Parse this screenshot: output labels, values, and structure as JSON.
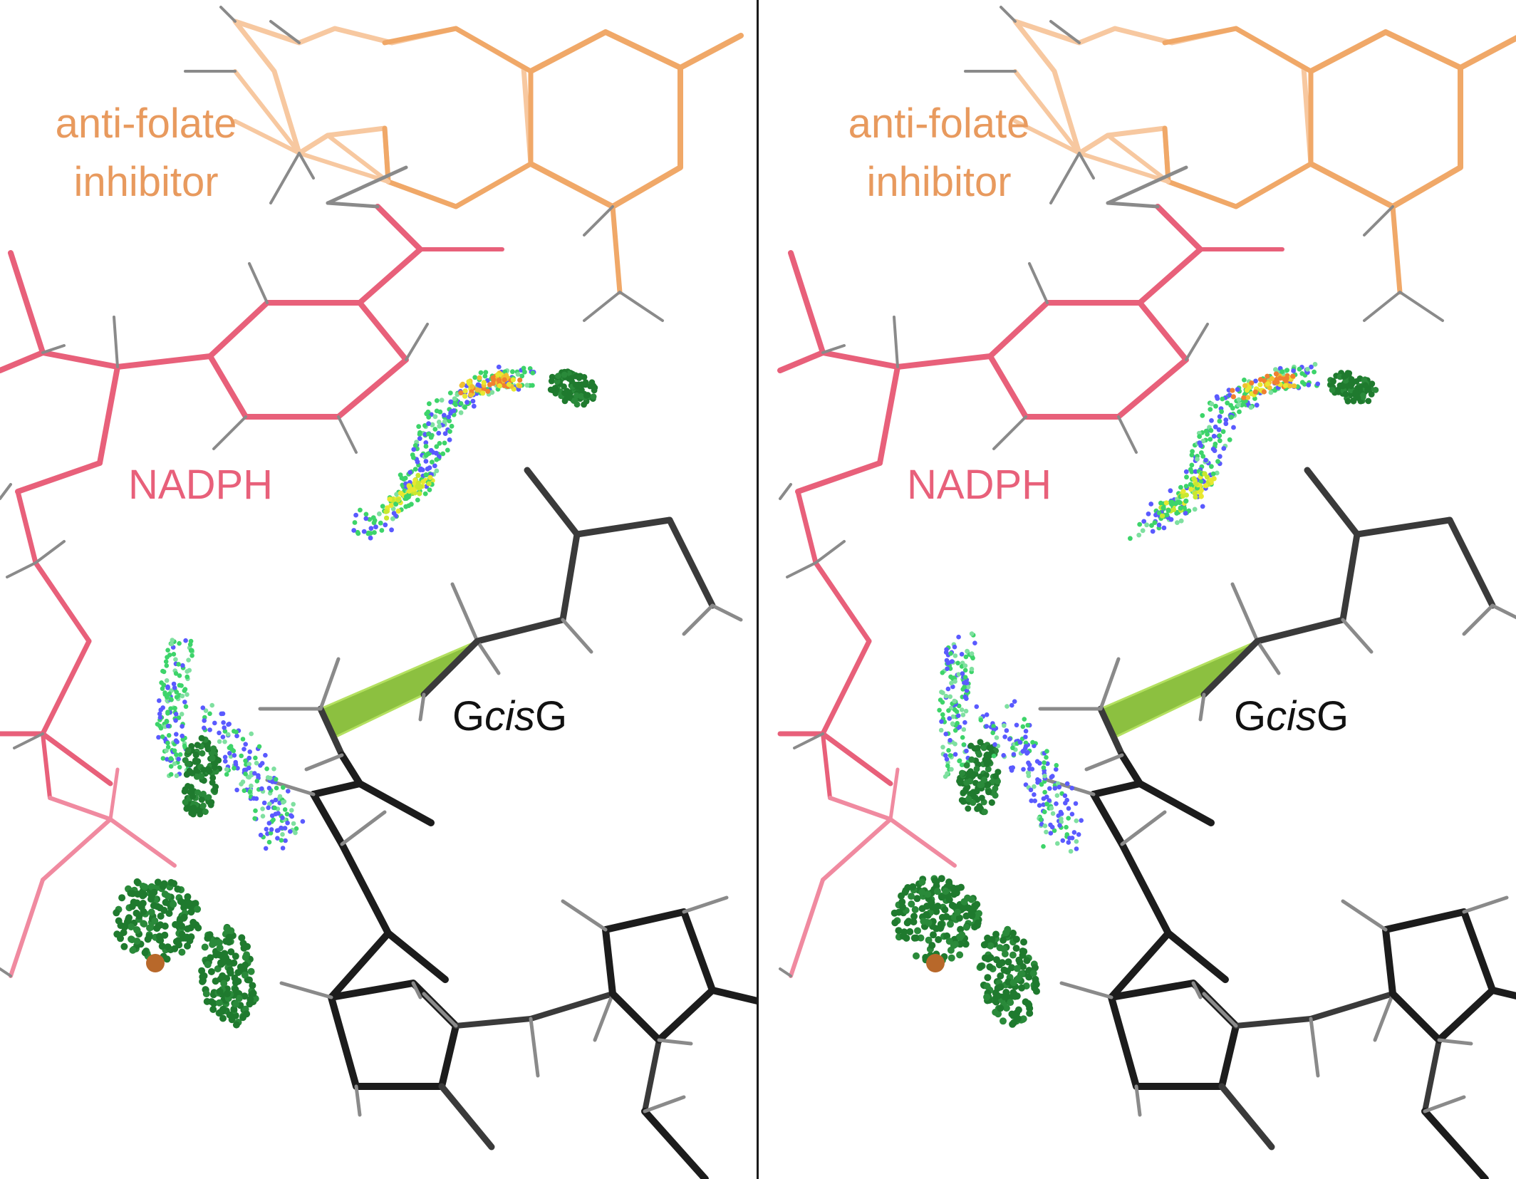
{
  "figure": {
    "panels": [
      "left",
      "right"
    ],
    "labels": {
      "inhibitor_line1": "anti-folate",
      "inhibitor_line2": "inhibitor",
      "nadph": "NADPH",
      "gcisg_prefix": "G",
      "gcisg_italic": "cis",
      "gcisg_suffix": "G"
    },
    "colors": {
      "inhibitor": "#f0a868",
      "inhibitor_light": "#f7c8a0",
      "nadph": "#e8607a",
      "nadph_light": "#f08aa0",
      "protein": "#3a3a3a",
      "protein_dark": "#1c1c1c",
      "hydrogen": "#8a8a8a",
      "contact_dark_green": "#1f7a2e",
      "contact_green": "#3dd46a",
      "contact_blue": "#5a5aff",
      "contact_yellow": "#e8e830",
      "contact_orange": "#f08030",
      "cis_peptide": "#8cc040",
      "atom_copper": "#b8682a"
    }
  }
}
